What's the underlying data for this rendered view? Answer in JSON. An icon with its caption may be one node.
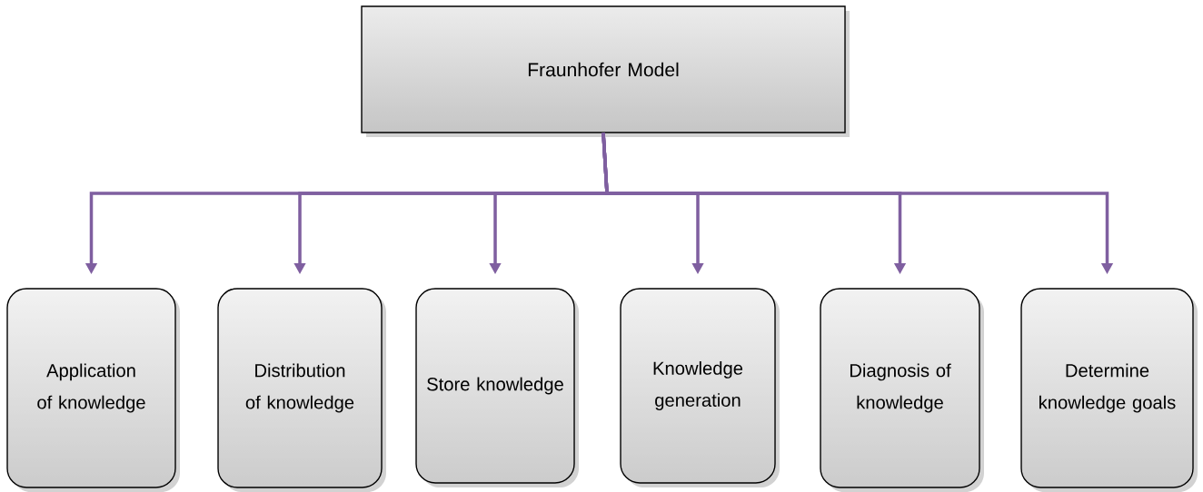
{
  "diagram": {
    "nodes": [
      {
        "text": [
          "Fraunhofer Model"
        ]
      },
      {
        "text": [
          "Application of knowledge"
        ]
      },
      {
        "text": [
          "Distribution of knowledge"
        ]
      },
      {
        "text": [
          "Store knowledge"
        ]
      },
      {
        "text": [
          "Knowledge generation"
        ]
      },
      {
        "text": [
          "Diagnosis of knowledge"
        ]
      },
      {
        "text": [
          "Determine knowledge goals"
        ]
      }
    ],
    "edges": [
      {
        "from": 0,
        "to": 1,
        "arrow": "to"
      },
      {
        "from": 0,
        "to": 2,
        "arrow": "to"
      },
      {
        "from": 0,
        "to": 3,
        "arrow": "to"
      },
      {
        "from": 0,
        "to": 4,
        "arrow": "to"
      },
      {
        "from": 0,
        "to": 5,
        "arrow": "to"
      },
      {
        "from": 0,
        "to": 6,
        "arrow": "to"
      }
    ]
  }
}
